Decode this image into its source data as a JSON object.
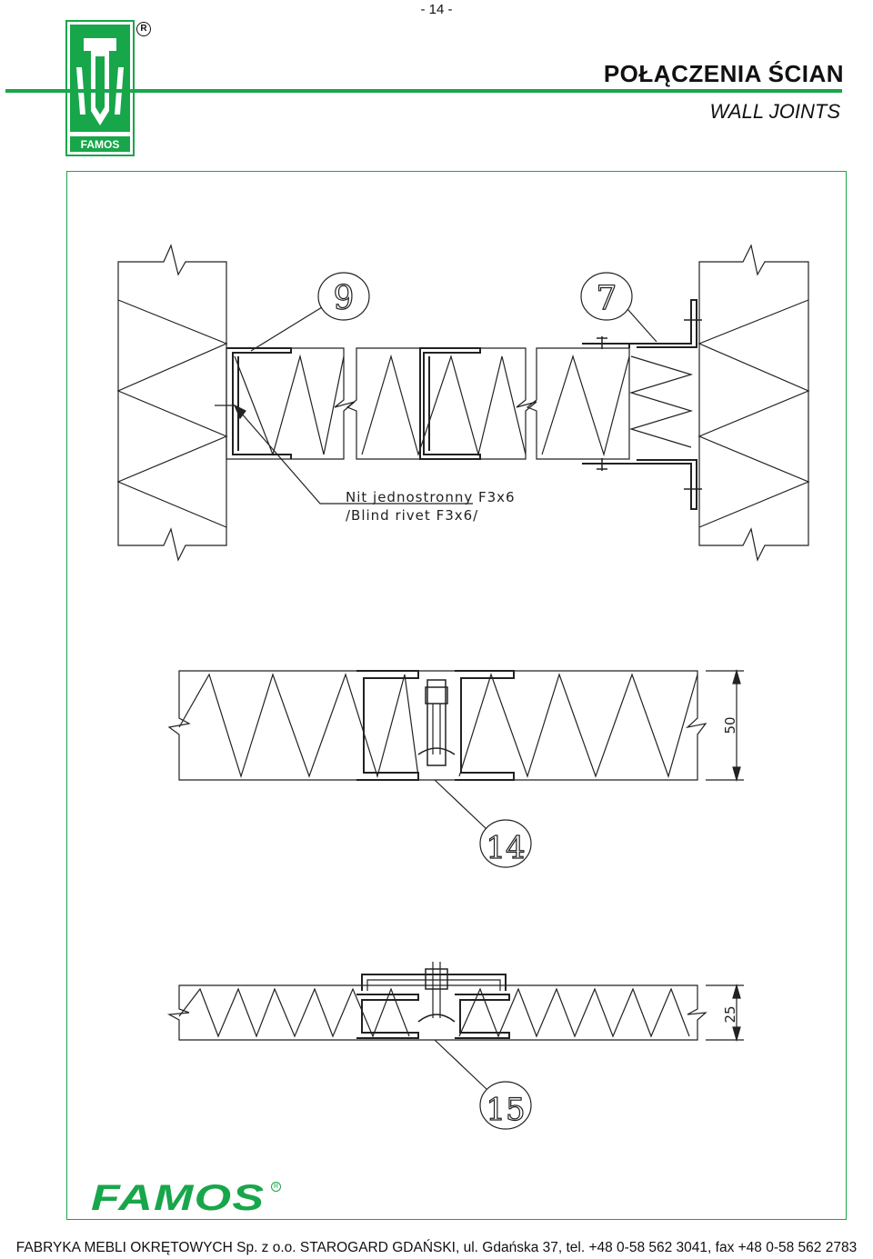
{
  "page_number": "- 14 -",
  "header": {
    "title_pl": "POŁĄCZENIA ŚCIAN",
    "title_en": "WALL JOINTS",
    "logo_text": "FAMOS",
    "registered_mark": "R"
  },
  "drawing": {
    "callouts": [
      "9",
      "7",
      "14",
      "15"
    ],
    "rivet_label_pl": "Nit jednostronny F3x6",
    "rivet_label_en": "/Blind rivet F3x6/",
    "dimensions": [
      "50",
      "25"
    ]
  },
  "brand": {
    "name": "FAMOS",
    "registered_mark": "R",
    "color": "#18a64a"
  },
  "footer": {
    "text": "FABRYKA MEBLI OKRĘTOWYCH Sp. z o.o.   STAROGARD GDAŃSKI,  ul. Gdańska 37, tel. +48 0-58 562 3041, fax +48 0-58 562 2783"
  }
}
